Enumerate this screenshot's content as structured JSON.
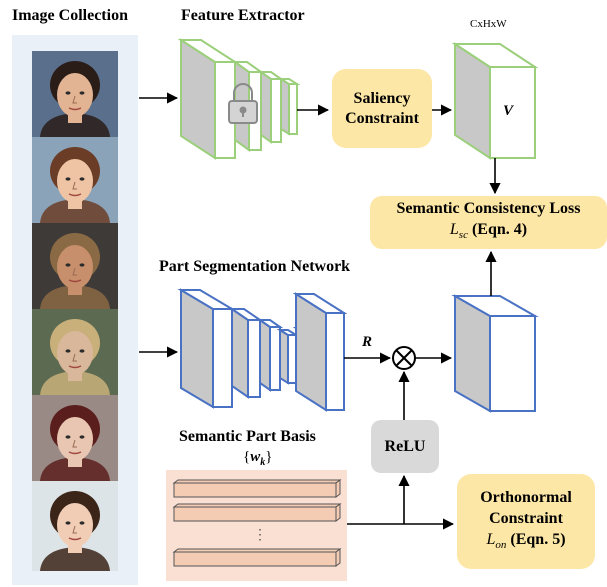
{
  "column_title": "Image Collection",
  "feature_extractor": {
    "title": "Feature Extractor"
  },
  "saliency": {
    "line1": "Saliency",
    "line2": "Constraint"
  },
  "feature_map": {
    "dims": "CxHxW",
    "symbol": "V"
  },
  "semantic_loss": {
    "line1": "Semantic Consistency Loss",
    "math": "L",
    "sub": "sc",
    "eqn": " (Eqn. 4)"
  },
  "part_seg": {
    "title": "Part Segmentation Network",
    "output_symbol": "R"
  },
  "relu": {
    "label": "ReLU"
  },
  "part_basis": {
    "title": "Semantic Part Basis",
    "math_open": "{",
    "math_w": "w",
    "math_k": "k",
    "math_close": "}",
    "dots": "⋮"
  },
  "orthonormal": {
    "line1": "Orthonormal",
    "line2": "Constraint",
    "math": "L",
    "sub": "on",
    "eqn": " (Eqn. 5)"
  },
  "colors": {
    "collection_bg": "#e9f0f8",
    "green_stroke": "#9ccf7b",
    "blue_stroke": "#4a72c4",
    "block_gray": "#c8c8c8",
    "yellow_box": "#fde7a6",
    "relu_box": "#d9d9d9",
    "basis_bg": "#f9e0d2",
    "basis_bar": "#f4ccb3"
  },
  "faces": [
    {
      "skin": "#e2b493",
      "hair": "#2a1d17",
      "bg": "#5a6f8c"
    },
    {
      "skin": "#efc4a4",
      "hair": "#6b3d27",
      "bg": "#8ba3b8"
    },
    {
      "skin": "#c78f6c",
      "hair": "#8a6a44",
      "bg": "#3d3a38"
    },
    {
      "skin": "#d8b79a",
      "hair": "#c9b07a",
      "bg": "#5b6a50"
    },
    {
      "skin": "#e9c6b2",
      "hair": "#5a1f1c",
      "bg": "#9a8a86"
    },
    {
      "skin": "#f0cdb4",
      "hair": "#3b2418",
      "bg": "#dde4e8"
    }
  ]
}
